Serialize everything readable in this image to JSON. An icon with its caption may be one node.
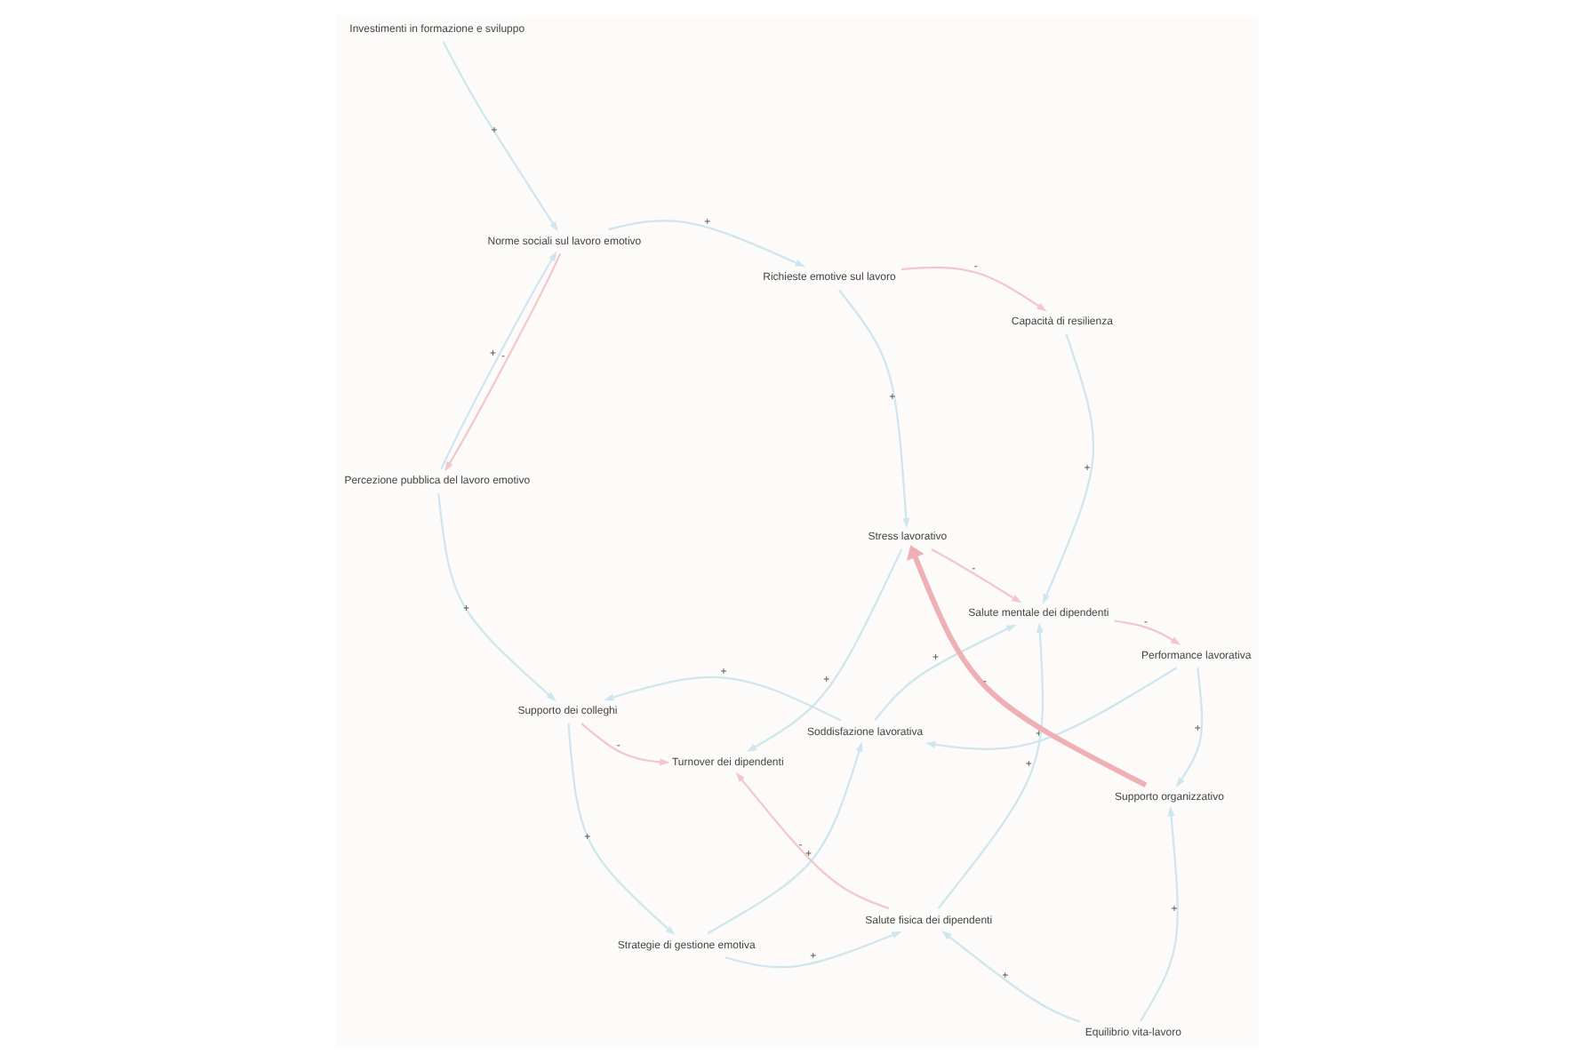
{
  "diagram": {
    "nodes": [
      {
        "text": [
          "Supporto dei colleghi"
        ]
      },
      {
        "text": [
          "Turnover dei dipendenti"
        ]
      },
      {
        "text": [
          "Strategie di gestione emotiva"
        ]
      },
      {
        "text": [
          "Soddisfazione lavorativa"
        ]
      },
      {
        "text": [
          "Performance lavorativa"
        ]
      },
      {
        "text": [
          "Investimenti in formazione e sviluppo"
        ]
      },
      {
        "text": [
          "Percezione pubblica del lavoro emotivo"
        ]
      },
      {
        "text": [
          "Salute fisica dei dipendenti"
        ]
      },
      {
        "text": [
          "Norme sociali sul lavoro emotivo"
        ]
      },
      {
        "text": [
          "Supporto organizzativo"
        ]
      },
      {
        "text": [
          "Stress lavorativo"
        ]
      },
      {
        "text": [
          "Equilibrio vita-lavoro"
        ]
      },
      {
        "text": [
          "Capacità di resilienza"
        ]
      },
      {
        "text": [
          "Richieste emotive sul lavoro"
        ]
      },
      {
        "text": [
          "Salute mentale dei dipendenti"
        ]
      }
    ],
    "edges": [
      {
        "from": 0,
        "to": 1,
        "arrow": "to",
        "label": "-",
        "color": "#f4c6ca"
      },
      {
        "from": 3,
        "to": 0,
        "arrow": "to",
        "label": "+"
      },
      {
        "from": 6,
        "to": 0,
        "arrow": "to",
        "label": "+"
      },
      {
        "from": 0,
        "to": 2,
        "arrow": "to",
        "label": "+"
      },
      {
        "from": 10,
        "to": 1,
        "arrow": "to",
        "label": "+"
      },
      {
        "from": 7,
        "to": 1,
        "arrow": "to",
        "label": "-",
        "color": "#f4c6ca"
      },
      {
        "from": 4,
        "to": 3,
        "arrow": "to",
        "label": "+"
      },
      {
        "from": 2,
        "to": 3,
        "arrow": "to",
        "label": "+"
      },
      {
        "from": 14,
        "to": 4,
        "arrow": "to",
        "label": "-",
        "color": "#f4c6ca"
      },
      {
        "from": 4,
        "to": 9,
        "arrow": "to",
        "label": "+"
      },
      {
        "from": 2,
        "to": 7,
        "arrow": "to",
        "label": "+"
      },
      {
        "from": 5,
        "to": 8,
        "arrow": "to",
        "label": "+"
      },
      {
        "from": 6,
        "to": 8,
        "arrow": "to",
        "label": "+"
      },
      {
        "from": 8,
        "to": 6,
        "arrow": "to",
        "label": "-",
        "color": "#f4c6ca"
      },
      {
        "from": 11,
        "to": 7,
        "arrow": "to",
        "label": "+"
      },
      {
        "from": 11,
        "to": 9,
        "arrow": "to",
        "label": "+"
      },
      {
        "from": 9,
        "to": 10,
        "arrow": "to",
        "label": "-",
        "style": "thick",
        "color": "#eeb0b5"
      },
      {
        "from": 13,
        "to": 10,
        "arrow": "to",
        "label": "+"
      },
      {
        "from": 8,
        "to": 13,
        "arrow": "to",
        "label": "+"
      },
      {
        "from": 13,
        "to": 12,
        "arrow": "to",
        "label": "-",
        "color": "#f4c6ca"
      },
      {
        "from": 12,
        "to": 14,
        "arrow": "to",
        "label": "+"
      },
      {
        "from": 10,
        "to": 14,
        "arrow": "to",
        "label": "-",
        "color": "#f4c6ca"
      },
      {
        "from": 7,
        "to": 14,
        "arrow": "to",
        "label": "+"
      },
      {
        "from": 3,
        "to": 14,
        "arrow": "to",
        "label": "+"
      }
    ]
  }
}
